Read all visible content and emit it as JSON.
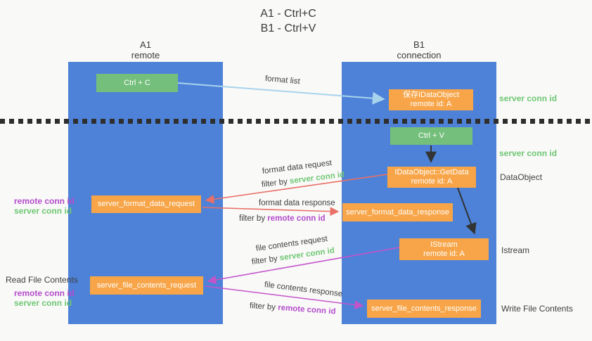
{
  "title": {
    "line1": "A1 - Ctrl+C",
    "line2": "B1 - Ctrl+V"
  },
  "columns": {
    "left": {
      "id": "A1",
      "subtitle": "remote"
    },
    "right": {
      "id": "B1",
      "subtitle": "connection"
    }
  },
  "boxes": {
    "ctrl_c": "Ctrl + C",
    "ctrl_v": "Ctrl + V",
    "save_dataobject": {
      "line1": "保存IDataObject",
      "line2": "remote id: A"
    },
    "getdata": {
      "line1": "IDataObject::GetData",
      "line2": "remote id: A"
    },
    "istream": {
      "line1": "IStream",
      "line2": "remote id: A"
    },
    "server_format_data_request": "server_format_data_request",
    "server_format_data_response": "server_format_data_response",
    "server_file_contents_request": "server_file_contents_request",
    "server_file_contents_response": "server_file_contents_response"
  },
  "arrows": {
    "format_list": "format list",
    "format_data_request": "format data request",
    "format_data_response": "format data response",
    "file_contents_request": "file contents request",
    "file_contents_response": "file contents response",
    "filter_by": "filter by",
    "server_conn_id": "server conn id",
    "remote_conn_id": "remote conn id"
  },
  "side": {
    "server_conn_id": "server conn id",
    "remote_conn_id": "remote conn id",
    "data_object": "DataObject",
    "istream": "Istream",
    "read_file_contents": "Read File Contents",
    "write_file_contents": "Write File Contents"
  },
  "colors": {
    "column_blue": "#4d82d8",
    "box_green": "#74bf7b",
    "box_orange": "#f7a548",
    "arrow_blue": "#a8d3ed",
    "arrow_red": "#e97066",
    "arrow_magenta": "#c354ca",
    "arrow_black": "#333333",
    "label_green": "#6fc773",
    "label_purple": "#b44ccc",
    "text_dark": "#3f3f3f"
  }
}
